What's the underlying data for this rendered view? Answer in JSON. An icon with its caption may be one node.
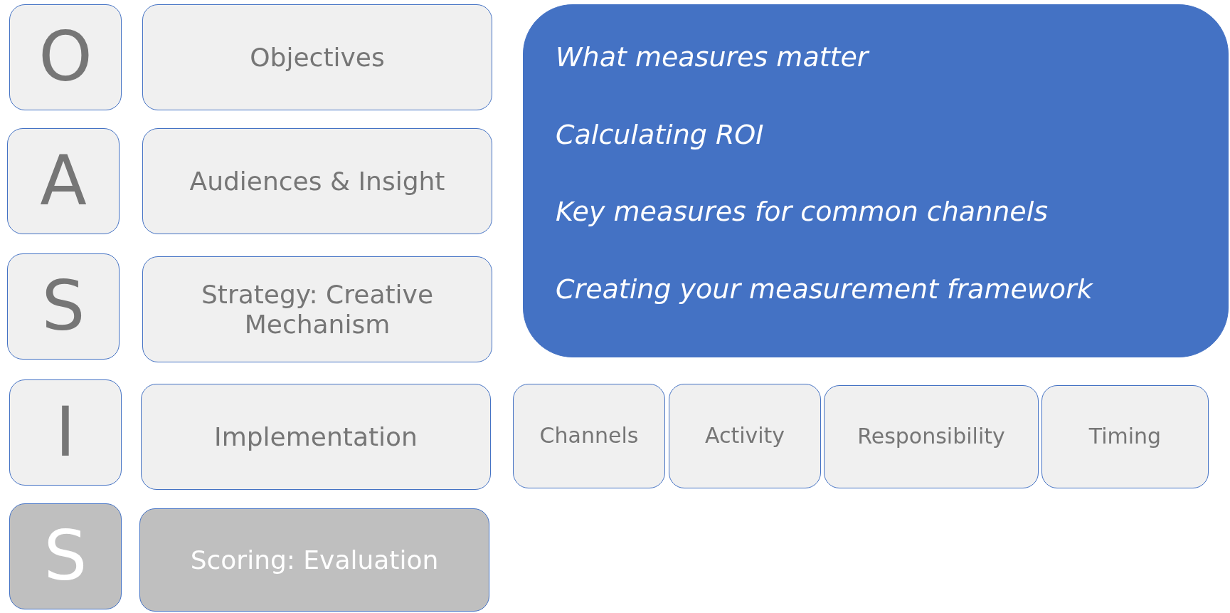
{
  "diagram": {
    "nodes": [
      {
        "text": [
          "O"
        ]
      },
      {
        "text": [
          "Objectives"
        ]
      },
      {
        "text": [
          "A"
        ]
      },
      {
        "text": [
          "Audiences & Insight"
        ]
      },
      {
        "text": [
          "S"
        ]
      },
      {
        "text": [
          "Strategy: Creative Mechanism"
        ]
      },
      {
        "text": [
          "What measures matter",
          "Calculating ROI",
          "Key measures for common channels",
          "Creating your measurement framework"
        ]
      },
      {
        "text": [
          "I"
        ]
      },
      {
        "text": [
          "Implementation"
        ]
      },
      {
        "text": [
          "Channels"
        ]
      },
      {
        "text": [
          "Activity"
        ]
      },
      {
        "text": [
          "Responsibility"
        ]
      },
      {
        "text": [
          "Timing"
        ]
      },
      {
        "text": [
          "S"
        ]
      },
      {
        "text": [
          "Scoring: Evaluation"
        ]
      }
    ]
  }
}
